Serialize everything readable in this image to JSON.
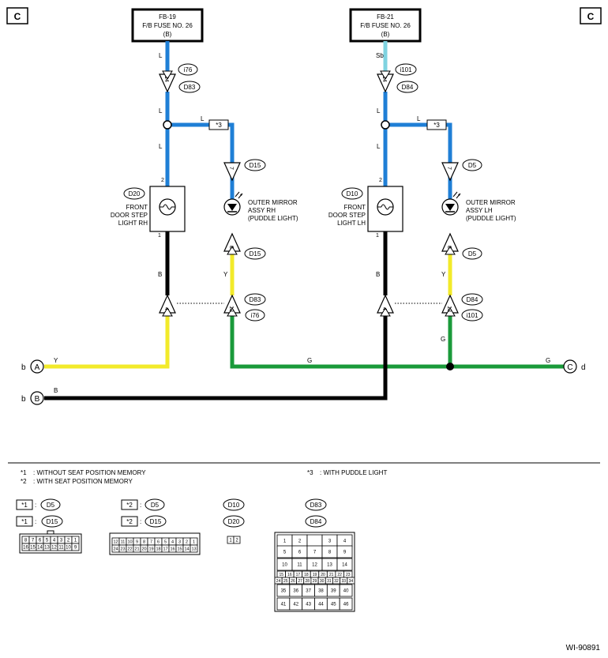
{
  "corner_labels": {
    "left": "C",
    "right": "C"
  },
  "fuses": [
    {
      "line1": "FB-19",
      "line2": "F/B FUSE NO. 26",
      "line3": "(B)"
    },
    {
      "line1": "FB-21",
      "line2": "F/B FUSE NO. 26",
      "line3": "(B)"
    }
  ],
  "wire_colors": {
    "L": "#1f7fd6",
    "SB": "#7fd3e0",
    "B": "#000000",
    "Y": "#f2ea2a",
    "G": "#1a9a3a"
  },
  "wire_labels": {
    "rh_top_upper": "L",
    "rh_top_mid": "L",
    "rh_top_low": "L",
    "rh_branch": "L",
    "lh_top_upper": "Sb",
    "lh_top_mid": "L",
    "lh_top_low": "L",
    "lh_branch": "L",
    "rh_b": "B",
    "rh_y": "Y",
    "lh_b": "B",
    "lh_y": "Y",
    "ground_g": "G",
    "left_y": "Y",
    "mid_g": "G",
    "right_g": "G",
    "bottom_b": "B"
  },
  "connector_labels": {
    "i76_top": "i76",
    "d83_top": "D83",
    "pin14_rh": "14",
    "i101_top": "i101",
    "d84_top": "D84",
    "pin14_lh": "14",
    "d15_upper": "D15",
    "pin7_rh": "7",
    "d5_upper": "D5",
    "pin7_lh": "7",
    "d15_lower": "D15",
    "pin8_rh": "8",
    "d5_lower": "D5",
    "pin8_lh": "8",
    "d83_bottom": "D83",
    "i76_bottom": "i76",
    "pin13_rh": "13",
    "d84_bottom": "D84",
    "i101_bottom": "i101",
    "pin13_lh": "13",
    "pin4_rh": "4",
    "pin4_lh": "4",
    "d20": "D20",
    "d10": "D10",
    "lamp_pin2_rh": "2",
    "lamp_pin1_rh": "1",
    "lamp_pin2_lh": "2",
    "lamp_pin1_lh": "1"
  },
  "splice": {
    "rh": "*3",
    "lh": "*3"
  },
  "components": {
    "front_door_rh": [
      "FRONT",
      "DOOR STEP",
      "LIGHT RH"
    ],
    "front_door_lh": [
      "FRONT",
      "DOOR STEP",
      "LIGHT LH"
    ],
    "mirror_rh": [
      "OUTER MIRROR",
      "ASSY RH",
      "(PUDDLE LIGHT)"
    ],
    "mirror_lh": [
      "OUTER MIRROR",
      "ASSY LH",
      "(PUDDLE LIGHT)"
    ]
  },
  "terminals": {
    "a_prefix": "b",
    "a_label": "A",
    "b_prefix": "b",
    "b_label": "B",
    "c_label": "C",
    "c_suffix": "d"
  },
  "notes": {
    "n1_mark": "*1",
    "n1_text": ": WITHOUT SEAT POSITION MEMORY",
    "n2_mark": "*2",
    "n2_text": ": WITH SEAT POSITION MEMORY",
    "n3_mark": "*3",
    "n3_text": ": WITH PUDDLE LIGHT"
  },
  "legend": {
    "g1": {
      "mark": "*1",
      "colon": ":",
      "c1": "D5",
      "c2": "D15"
    },
    "g2": {
      "mark": "*2",
      "colon": ":",
      "c1": "D5",
      "c2": "D15"
    },
    "g3": {
      "c1": "D10",
      "c2": "D20"
    },
    "g4": {
      "c1": "D83",
      "c2": "D84"
    }
  },
  "pinouts": {
    "small8": {
      "row1": [
        "8",
        "7",
        "6",
        "5",
        "4",
        "3",
        "2",
        "1"
      ],
      "row2": [
        "16",
        "15",
        "14",
        "13",
        "12",
        "11",
        "10",
        "9"
      ]
    },
    "large12": {
      "row1": [
        "12",
        "11",
        "10",
        "9",
        "8",
        "7",
        "6",
        "5",
        "4",
        "3",
        "2",
        "1"
      ],
      "row2": [
        "24",
        "23",
        "22",
        "21",
        "20",
        "19",
        "18",
        "17",
        "16",
        "15",
        "14",
        "13"
      ]
    },
    "two": [
      "1",
      "2"
    ],
    "big": {
      "r1": [
        "1",
        "2",
        "",
        "3",
        "4"
      ],
      "r2": [
        "5",
        "6",
        "7",
        "8",
        "9"
      ],
      "r3": [
        "10",
        "11",
        "12",
        "13",
        "14"
      ],
      "r4": [
        "15",
        "16",
        "17",
        "18",
        "19",
        "20",
        "21",
        "22",
        "23"
      ],
      "r5": [
        "24",
        "25",
        "26",
        "27",
        "28",
        "29",
        "30",
        "31",
        "32",
        "33",
        "34"
      ],
      "r6": [
        "35",
        "36",
        "37",
        "38",
        "39",
        "40"
      ],
      "r7": [
        "41",
        "42",
        "43",
        "44",
        "45",
        "46"
      ]
    }
  },
  "figure_id": "WI-90891"
}
